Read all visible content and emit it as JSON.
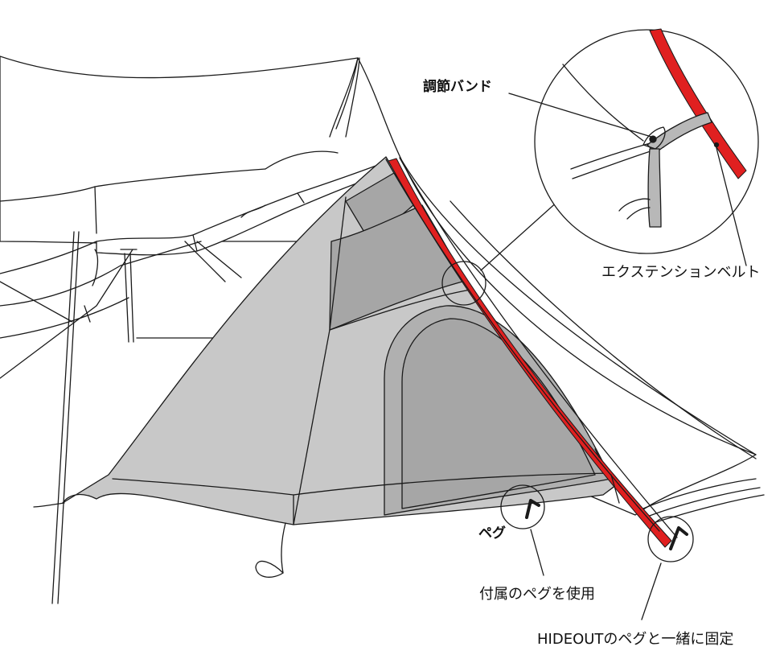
{
  "labels": {
    "adjust_band": "調節バンド",
    "extension_belt": "エクステンションベルト",
    "peg": "ペグ",
    "included_peg": "付属のペグを使用",
    "hideout_peg": "HIDEOUTのペグと一緒に固定"
  },
  "colors": {
    "tent_fill": "#c8c8c8",
    "tent_dark": "#a6a6a6",
    "belt_red": "#e02020",
    "line": "#1a1a1a",
    "tarp_fill": "#ffffff"
  }
}
